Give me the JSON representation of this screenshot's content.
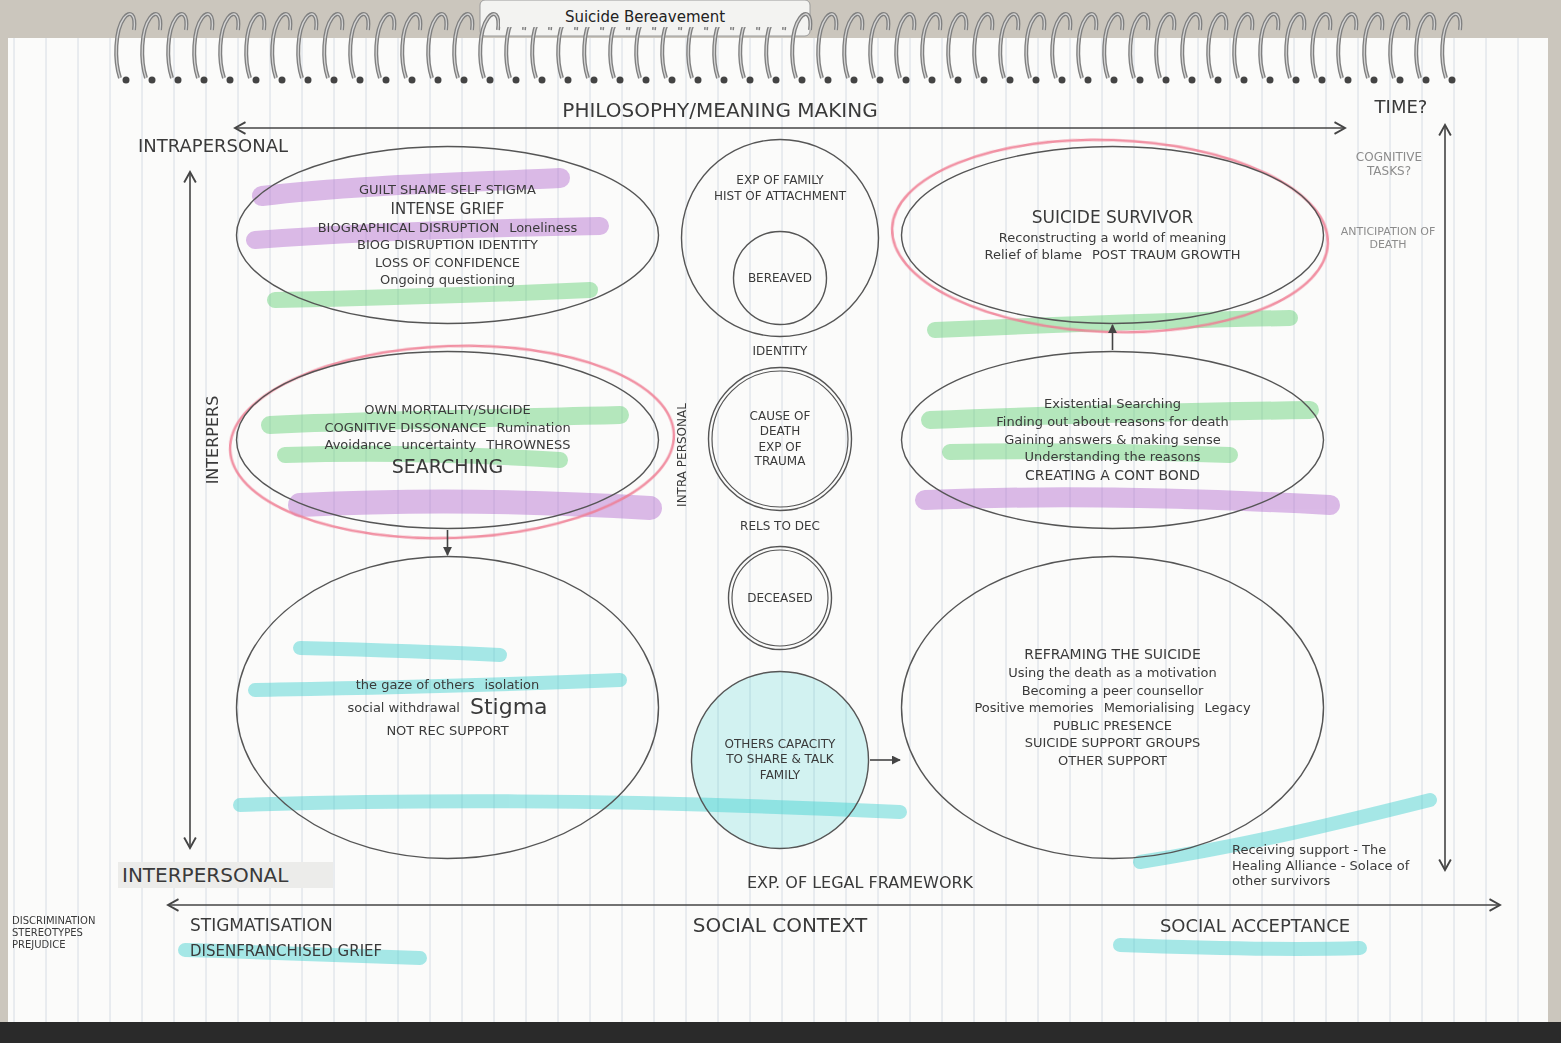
{
  "diagram": {
    "nodes": [
      {
        "text": [
          "GUILT SHAME SELF STIGMA",
          "INTENSE GRIEF",
          "BIOGRAPHICAL DISRUPTION",
          "Loneliness",
          "BIOG DISRUPTION IDENTITY",
          "LOSS OF CONFIDENCE",
          "Ongoing questioning"
        ]
      },
      {
        "text": [
          "EXP OF FAMILY",
          "HIST OF ATTACHMENT"
        ]
      },
      {
        "text": [
          "BEREAVED"
        ],
        "in": 1
      },
      {
        "text": [
          "SUICIDE SURVIVOR",
          "Reconstructing a world of meaning",
          "Relief of blame",
          "POST TRAUM GROWTH"
        ]
      },
      {
        "text": [
          "OWN MORTALITY/SUICIDE",
          "COGNITIVE DISSONANCE",
          "Rumination",
          "Avoidance",
          "uncertainty",
          "THROWNESS",
          "SEARCHING"
        ]
      },
      {
        "text": [
          "CAUSE OF DEATH",
          "EXP OF TRAUMA"
        ]
      },
      {
        "text": [
          "Existential Searching",
          "Finding out about reasons for death",
          "Gaining answers & making sense",
          "Understanding the reasons",
          "CREATING A CONT BOND"
        ]
      },
      {
        "text": [
          "DECEASED"
        ]
      },
      {
        "text": [
          "the gaze of others",
          "isolation",
          "social withdrawal",
          "Stigma",
          "NOT REC SUPPORT"
        ]
      },
      {
        "text": [
          "OTHERS CAPACITY TO SHARE & TALK",
          "FAMILY"
        ]
      },
      {
        "text": [
          "REFRAMING THE SUICIDE",
          "Using the death as a motivation",
          "Becoming a peer counsellor",
          "Positive memories",
          "Memorialising",
          "Legacy",
          "PUBLIC PRESENCE",
          "SUICIDE SUPPORT GROUPS",
          "OTHER SUPPORT"
        ]
      }
    ],
    "edges": [
      {
        "from": 4,
        "to": 8,
        "arrow": "to"
      },
      {
        "from": 9,
        "to": 10,
        "arrow": "to"
      },
      {
        "from": 6,
        "to": 3,
        "arrow": "to"
      }
    ],
    "labels": [
      "Suicide Bereavement",
      "PHILOSOPHY/MEANING MAKING",
      "TIME?",
      "COGNITIVE TASKS?",
      "ANTICIPATION OF DEATH",
      "INTRAPERSONAL",
      "INTERPERS",
      "IDENTITY",
      "INTRA PERSONAL",
      "RELS TO DEC",
      "Receiving support - The Healing Alliance - Solace of other survivors",
      "INTERPERSONAL",
      "EXP. OF LEGAL FRAMEWORK",
      "SOCIAL CONTEXT",
      "STIGMATISATION",
      "DISENFRANCHISED GRIEF",
      "DISCRIMINATION STEREOTYPES PREJUDICE",
      "SOCIAL ACCEPTANCE"
    ]
  }
}
